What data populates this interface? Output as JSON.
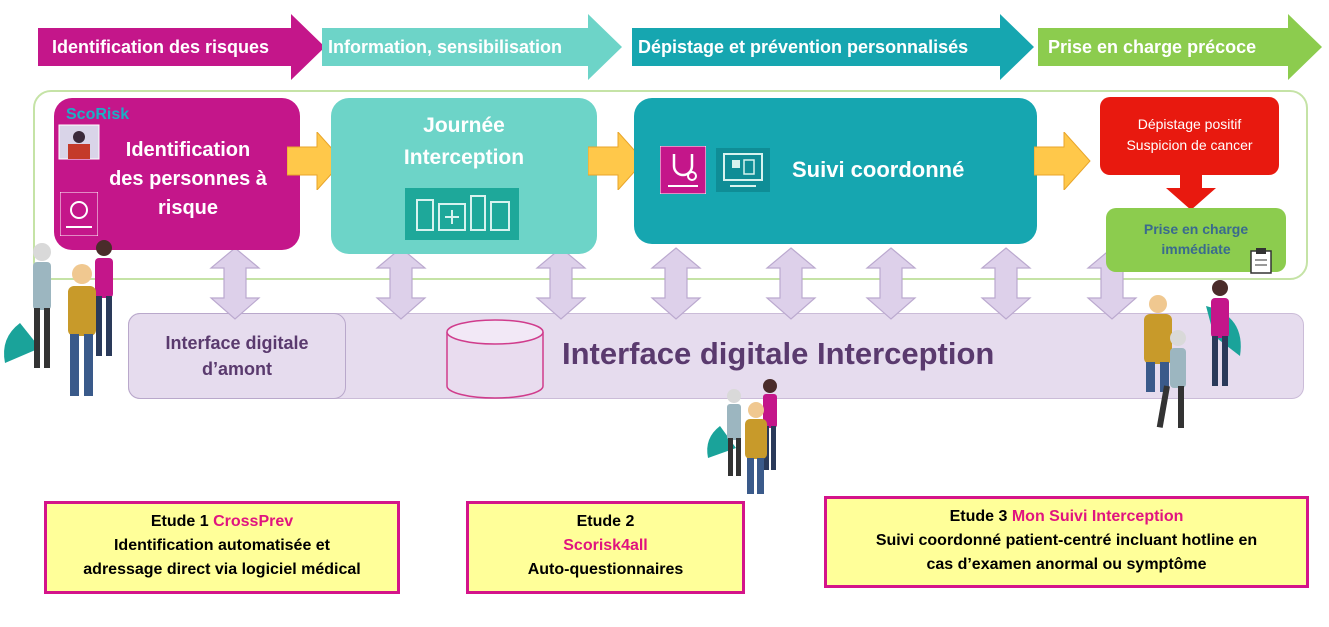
{
  "phases": [
    {
      "label": "Identification des risques",
      "color": "#c4168a"
    },
    {
      "label": "Information, sensibilisation",
      "color": "#6dd4c8"
    },
    {
      "label": "Dépistage et prévention personnalisés",
      "color": "#16a6b0"
    },
    {
      "label": "Prise en charge précoce",
      "color": "#8ccc4e"
    }
  ],
  "boxes": {
    "scorisk_logo": "ScoRisk",
    "identification": [
      "Identification",
      "des personnes à",
      "risque"
    ],
    "journee": [
      "Journée",
      "Interception"
    ],
    "suivi": "Suivi coordonné",
    "depistage": [
      "Dépistage positif",
      "Suspicion de cancer"
    ],
    "prise": [
      "Prise en charge",
      "immédiate"
    ]
  },
  "interface": {
    "amont": [
      "Interface digitale",
      "d’amont"
    ],
    "main": "Interface digitale Interception"
  },
  "studies": [
    {
      "title": "Etude 1",
      "name": "CrossPrev",
      "lines": [
        "Identification automatisée et",
        "adressage direct via logiciel médical"
      ]
    },
    {
      "title": "Etude 2",
      "name": "Scorisk4all",
      "lines": [
        "Auto-questionnaires"
      ]
    },
    {
      "title": "Etude 3",
      "name": "Mon Suivi Interception",
      "lines": [
        "Suivi coordonné patient-centré incluant hotline en",
        "cas d’examen anormal ou symptôme"
      ]
    }
  ],
  "colors": {
    "magenta": "#c4168a",
    "teal_light": "#6dd4c8",
    "teal": "#16a6b0",
    "green": "#8ccc4e",
    "red": "#e8190f",
    "lavender": "#e6dcee",
    "study_bg": "#ffff99",
    "study_border": "#d4148a",
    "yellow_arrow": "#ffc84a"
  }
}
